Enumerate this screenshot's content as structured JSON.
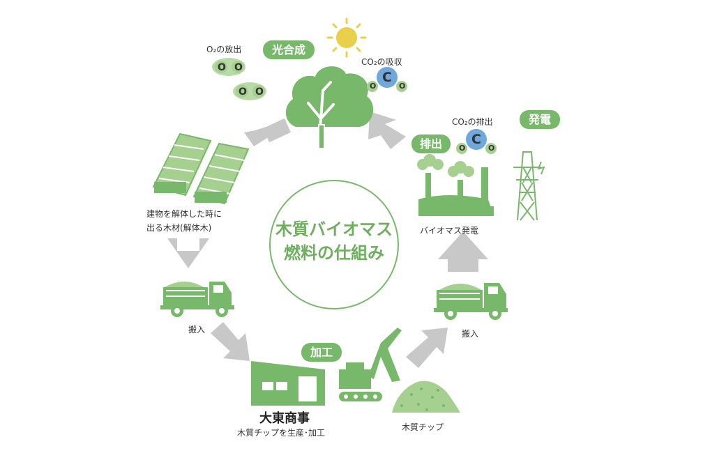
{
  "title": {
    "line1": "木質バイオマス",
    "line2": "燃料の仕組み"
  },
  "badges": {
    "photosynthesis": "光合成",
    "emission": "排出",
    "power": "発電",
    "processing": "加工"
  },
  "labels": {
    "o2_release": "O₂の放出",
    "co2_absorb": "CO₂の吸収",
    "co2_emit": "CO₂の排出",
    "demolition_wood_1": "建物を解体した時に",
    "demolition_wood_2": "出る木材(解体木)",
    "transport_left": "搬入",
    "transport_right": "搬入",
    "biomass_power": "バイオマス発電",
    "company": "大東商事",
    "company_desc": "木質チップを生産･加工",
    "wood_chip": "木質チップ"
  },
  "molecule_letters": {
    "oxygen": "O",
    "carbon": "C"
  },
  "colors": {
    "green": "#78b86a",
    "light_green": "#a6d08f",
    "gray": "#c4c4c4",
    "blue": "#6fa8dc",
    "yellow": "#e8d04b"
  }
}
